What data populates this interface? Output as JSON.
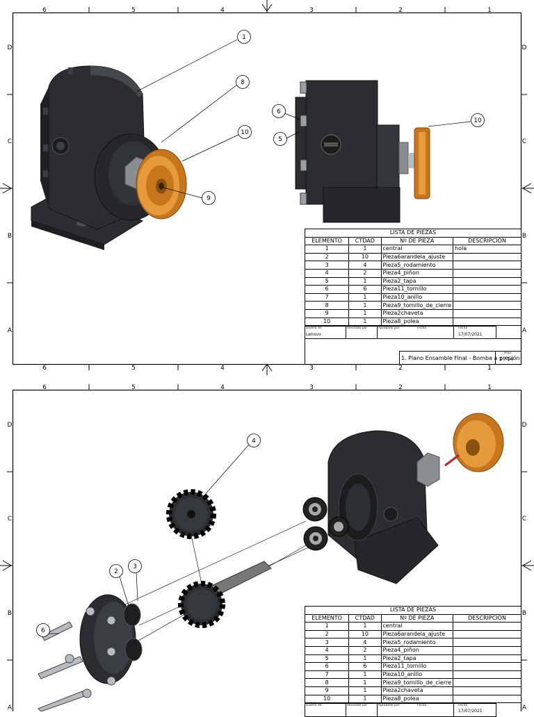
{
  "zones": {
    "columns": [
      "6",
      "5",
      "4",
      "3",
      "2",
      "1"
    ],
    "rows": [
      "D",
      "C",
      "B",
      "A"
    ]
  },
  "sheets": [
    {
      "balloons": [
        "1",
        "8",
        "10",
        "9",
        "6",
        "5",
        "10"
      ],
      "parts_list": {
        "title": "LISTA DE PIEZAS",
        "headers": [
          "ELEMENTO",
          "CTDAD",
          "Nº DE PIEZA",
          "DESCRIPCIÓN"
        ],
        "rows": [
          [
            "1",
            "1",
            "central",
            "hola"
          ],
          [
            "2",
            "10",
            "Pieza6arandela_ajuste",
            ""
          ],
          [
            "3",
            "4",
            "Pieza5_rodamiento",
            ""
          ],
          [
            "4",
            "2",
            "Pieza4_piñon",
            ""
          ],
          [
            "5",
            "1",
            "Pieza2_tapa",
            ""
          ],
          [
            "6",
            "6",
            "Pieza11_tornillo",
            ""
          ],
          [
            "7",
            "1",
            "Pieza10_anillo",
            ""
          ],
          [
            "8",
            "1",
            "Pieza9_tornillo_de_cierre",
            ""
          ],
          [
            "9",
            "1",
            "Pieza2chaveta",
            ""
          ],
          [
            "10",
            "1",
            "Pieza8_polea",
            ""
          ]
        ]
      },
      "title_block": {
        "designed_label": "Diseño de",
        "designed_value": "Lenovo",
        "reviewed_label": "Revisado por",
        "approved_label": "Aprobado por",
        "date_label1": "Fecha",
        "date_label2": "Fecha",
        "date_value": "17/07/2021",
        "drawing_name": "1. Plano Ensamble Final - Bomba a presión",
        "sheet_label": "Hoja",
        "sheet_value": "1 / 14"
      }
    },
    {
      "balloons": [
        "4",
        "2",
        "3",
        "6"
      ],
      "parts_list": {
        "title": "LISTA DE PIEZAS",
        "headers": [
          "ELEMENTO",
          "CTDAD",
          "Nº DE PIEZA",
          "DESCRIPCIÓN"
        ],
        "rows": [
          [
            "1",
            "1",
            "central",
            ""
          ],
          [
            "2",
            "10",
            "Pieza6arandela_ajuste",
            ""
          ],
          [
            "3",
            "4",
            "Pieza5_rodamiento",
            ""
          ],
          [
            "4",
            "2",
            "Pieza4_piñon",
            ""
          ],
          [
            "5",
            "1",
            "Pieza2_tapa",
            ""
          ],
          [
            "6",
            "6",
            "Pieza11_tornillo",
            ""
          ],
          [
            "7",
            "1",
            "Pieza10_anillo",
            ""
          ],
          [
            "8",
            "1",
            "Pieza9_tornillo_de_cierre",
            ""
          ],
          [
            "9",
            "1",
            "Pieza2chaveta",
            ""
          ],
          [
            "10",
            "1",
            "Pieza8_polea",
            ""
          ]
        ]
      },
      "title_block": {
        "designed_label": "Diseño de",
        "reviewed_label": "Revisado por",
        "approved_label": "Aprobado por",
        "date_label1": "Fecha",
        "date_label2": "Fecha",
        "date_value": "17/07/2021"
      }
    }
  ],
  "colors": {
    "body": "#2b2d30",
    "body_light": "#45484c",
    "pulley": "#c8761c",
    "pulley_light": "#e59a3c",
    "steel": "#b8bcc0"
  }
}
